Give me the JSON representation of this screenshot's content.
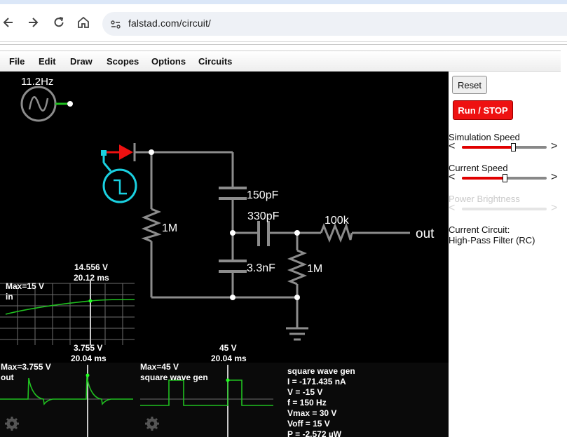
{
  "browser": {
    "url": "falstad.com/circuit/"
  },
  "menu": [
    "File",
    "Edit",
    "Draw",
    "Scopes",
    "Options",
    "Circuits"
  ],
  "circuit": {
    "source_freq": "11.2Hz",
    "c1": "150pF",
    "c2": "330pF",
    "c3": "3.3nF",
    "r_left": "1M",
    "r_series": "100k",
    "r_right": "1M",
    "out_label": "out"
  },
  "scope_in": {
    "value": "14.556 V",
    "time": "20.12 ms",
    "max": "Max=15 V",
    "name": "in"
  },
  "scope_out": {
    "value": "3.755 V",
    "time": "20.04 ms",
    "max": "Max=3.755 V",
    "name": "out"
  },
  "scope_sq": {
    "value": "45 V",
    "time": "20.04 ms",
    "max": "Max=45 V",
    "name": "square wave gen"
  },
  "info": {
    "lines": [
      "square wave gen",
      "I = -171.435 nA",
      "V = -15 V",
      "f = 150 Hz",
      "Vmax = 30 V",
      "Voff = 15 V",
      "P = -2.572 µW"
    ]
  },
  "panel": {
    "reset": "Reset",
    "run": "Run / STOP",
    "sim_speed_label": "Simulation Speed",
    "sim_speed_level": 0.6,
    "cur_speed_label": "Current Speed",
    "cur_speed_level": 0.5,
    "power_label": "Power Brightness",
    "current_circuit_label": "Current Circuit:",
    "current_circuit_name": "High-Pass Filter (RC)",
    "arrow_left": "<",
    "arrow_right": ">"
  },
  "colors": {
    "wire": "#8c8c8c",
    "green": "#20c020",
    "cyan": "#1ad0e0",
    "red": "#ee1111"
  }
}
